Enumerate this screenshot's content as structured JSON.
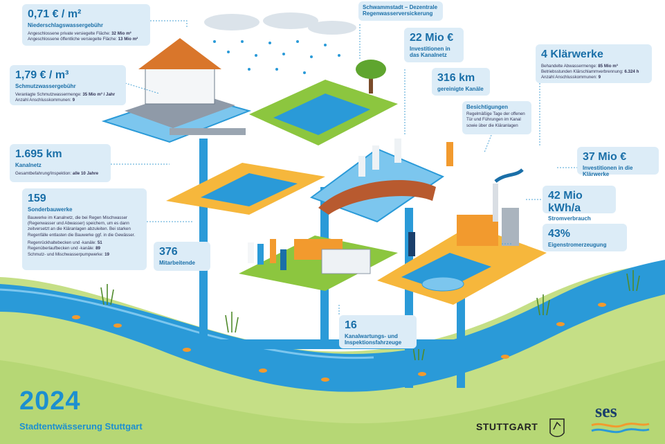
{
  "colors": {
    "water": "#2a9ad8",
    "light_water": "#7cc6ee",
    "grass": "#8cc63f",
    "ground": "#c3dc82",
    "card_bg": "#dcecf7",
    "accent_blue": "#1a6fa8",
    "orange": "#f29a2e",
    "logo_navy": "#1b3f6b"
  },
  "cards": {
    "niederschlag": {
      "value": "0,71 € / m²",
      "label": "Niederschlagswassergebühr",
      "details": [
        {
          "text": "Angeschlossene private versiegelte Fläche:",
          "value": "32 Mio m²"
        },
        {
          "text": "Angeschlossene öffentliche versiegelte Fläche:",
          "value": "13 Mio m²"
        }
      ]
    },
    "schmutz": {
      "value": "1,79 € / m³",
      "label": "Schmutzwassergebühr",
      "details": [
        {
          "text": "Veranlagte Schmutzwassermenge:",
          "value": "35 Mio m³ / Jahr"
        },
        {
          "text": "Anzahl Anschlusskommunen:",
          "value": "9"
        }
      ]
    },
    "kanalnetz": {
      "value": "1.695 km",
      "label": "Kanalnetz",
      "details": [
        {
          "text": "Gesamtbefahrung/Inspektion:",
          "value": "alle 10 Jahre"
        }
      ]
    },
    "sonderbauwerke": {
      "value": "159",
      "label": "Sonderbauwerke",
      "description": "Bauwerke im Kanalnetz, die bei Regen Mischwasser (Regenwasser und Abwasser) speichern, um es dann zeitversetzt an die Kläranlagen abzuleiten. Bei starken Regenfälle entlasten die Bauwerke ggf. in die Gewässer.",
      "details": [
        {
          "text": "Regenrückhaltebecken und -kanäle:",
          "value": "51"
        },
        {
          "text": "Regenüberlaufbecken und -kanäle:",
          "value": "89"
        },
        {
          "text": "Schmutz- und Mischwasserpumpwerke:",
          "value": "19"
        }
      ]
    },
    "mitarbeitende": {
      "value": "376",
      "label": "Mitarbeitende"
    },
    "schwammstadt": {
      "label": "Schwammstadt – Dezentrale Regenwasserversickerung"
    },
    "investitionen_kanal": {
      "value": "22 Mio €",
      "label": "Investitionen in das Kanalnetz"
    },
    "gereinigt": {
      "value": "316 km",
      "label": "gereinigte Kanäle"
    },
    "besichtigungen": {
      "label": "Besichtigungen",
      "description": "Regelmäßige Tage der offenen Tür und Führungen im Kanal sowie über die Kläranlagen"
    },
    "klaerwerke": {
      "value": "4 Klärwerke",
      "details": [
        {
          "text": "Behandelte Abwassermenge:",
          "value": "85 Mio m³"
        },
        {
          "text": "Betriebsstunden Klärschlammverbrennung:",
          "value": "6.324 h"
        },
        {
          "text": "Anzahl Anschlusskommunen:",
          "value": "9"
        }
      ]
    },
    "investitionen_klaer": {
      "value": "37 Mio €",
      "label": "Investitionen in die Klärwerke"
    },
    "strom": {
      "value": "42 Mio kWh/a",
      "label": "Stromverbrauch"
    },
    "eigenstrom": {
      "value": "43%",
      "label": "Eigenstromerzeugung"
    },
    "fahrzeuge": {
      "value": "16",
      "label": "Kanalwartungs- und Inspektionsfahrzeuge"
    }
  },
  "footer": {
    "year": "2024",
    "subtitle": "Stadtentwässerung Stuttgart",
    "city_logo": "STUTTGART",
    "company_logo": "ses"
  },
  "icons": [
    "house-icon",
    "rain-icon",
    "tree-icon",
    "fish-icon",
    "truck-icon",
    "factory-icon",
    "worker-icon",
    "reed-icon",
    "horse-crest-icon"
  ]
}
